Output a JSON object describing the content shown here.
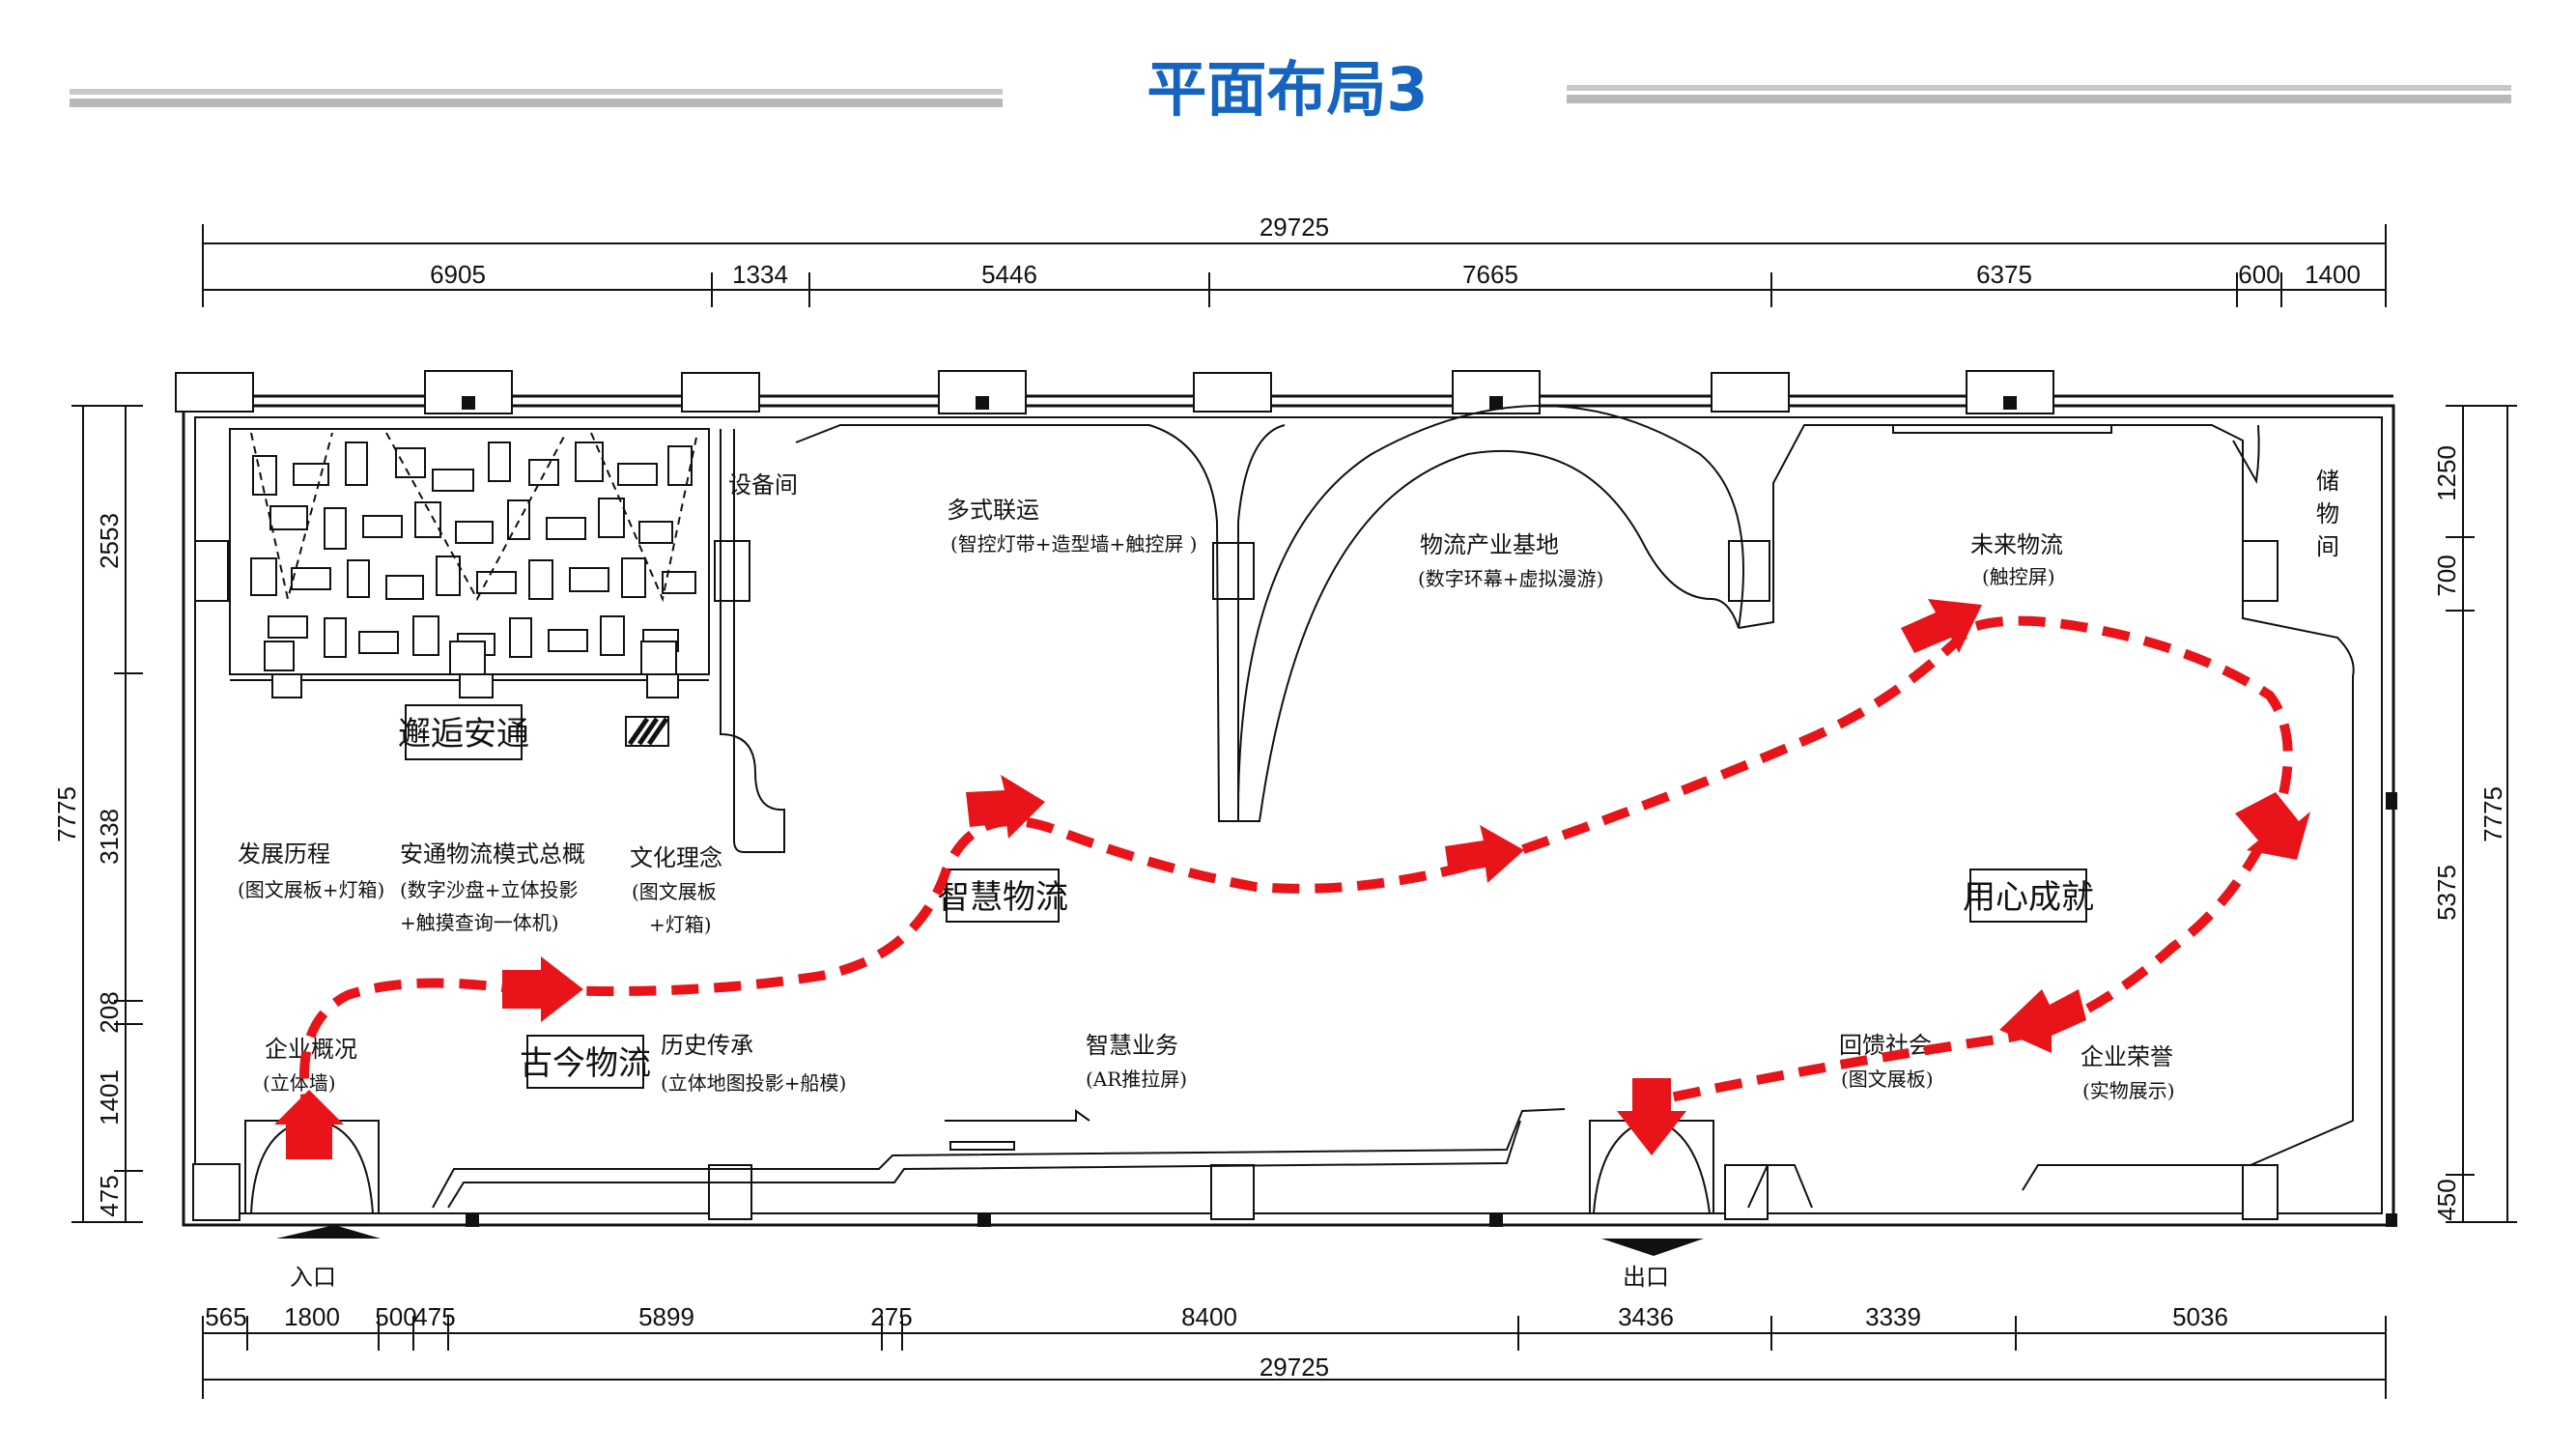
{
  "title": "平面布局3",
  "colors": {
    "title": "#1565c0",
    "route": "#e8141a",
    "rule": "#b8b8b8",
    "line": "#111111"
  },
  "dimensions": {
    "top_total": "29725",
    "top": [
      "6905",
      "1334",
      "5446",
      "7665",
      "6375",
      "600",
      "1400"
    ],
    "bottom": [
      "565",
      "1800",
      "500",
      "475",
      "5899",
      "275",
      "8400",
      "3436",
      "3339",
      "5036"
    ],
    "bottom_total": "29725",
    "left_total": "7775",
    "left": [
      "2553",
      "3138",
      "208",
      "1401",
      "475"
    ],
    "right_total": "7775",
    "right": [
      "1250",
      "700",
      "5375",
      "450"
    ]
  },
  "rooms": {
    "equipment": "设备间",
    "storage": [
      "储",
      "物",
      "间"
    ],
    "multimodal": {
      "title": "多式联运",
      "sub": "(智控灯带+造型墙+触控屏 )"
    },
    "base": {
      "title": "物流产业基地",
      "sub": "(数字环幕+虚拟漫游)"
    },
    "future": {
      "title": "未来物流",
      "sub": "(触控屏)"
    },
    "history": {
      "title": "发展历程",
      "sub": "(图文展板+灯箱)"
    },
    "model": {
      "title": "安通物流模式总概",
      "sub1": "(数字沙盘+立体投影",
      "sub2": "+触摸查询一体机)"
    },
    "culture": {
      "title": "文化理念",
      "sub1": "(图文展板",
      "sub2": "+灯箱)"
    },
    "overview": {
      "title": "企业概况",
      "sub": "(立体墙)"
    },
    "heritage": {
      "title": "历史传承",
      "sub": "(立体地图投影+船模)"
    },
    "smartbiz": {
      "title": "智慧业务",
      "sub": "(AR推拉屏)"
    },
    "feedback": {
      "title": "回馈社会",
      "sub": "(图文展板)"
    },
    "honor": {
      "title": "企业荣誉",
      "sub": "(实物展示)"
    }
  },
  "zones": {
    "encounter": "邂逅安通",
    "smart": "智慧物流",
    "ancient": "古今物流",
    "achieve": "用心成就"
  },
  "entrance": "入口",
  "exit": "出口"
}
